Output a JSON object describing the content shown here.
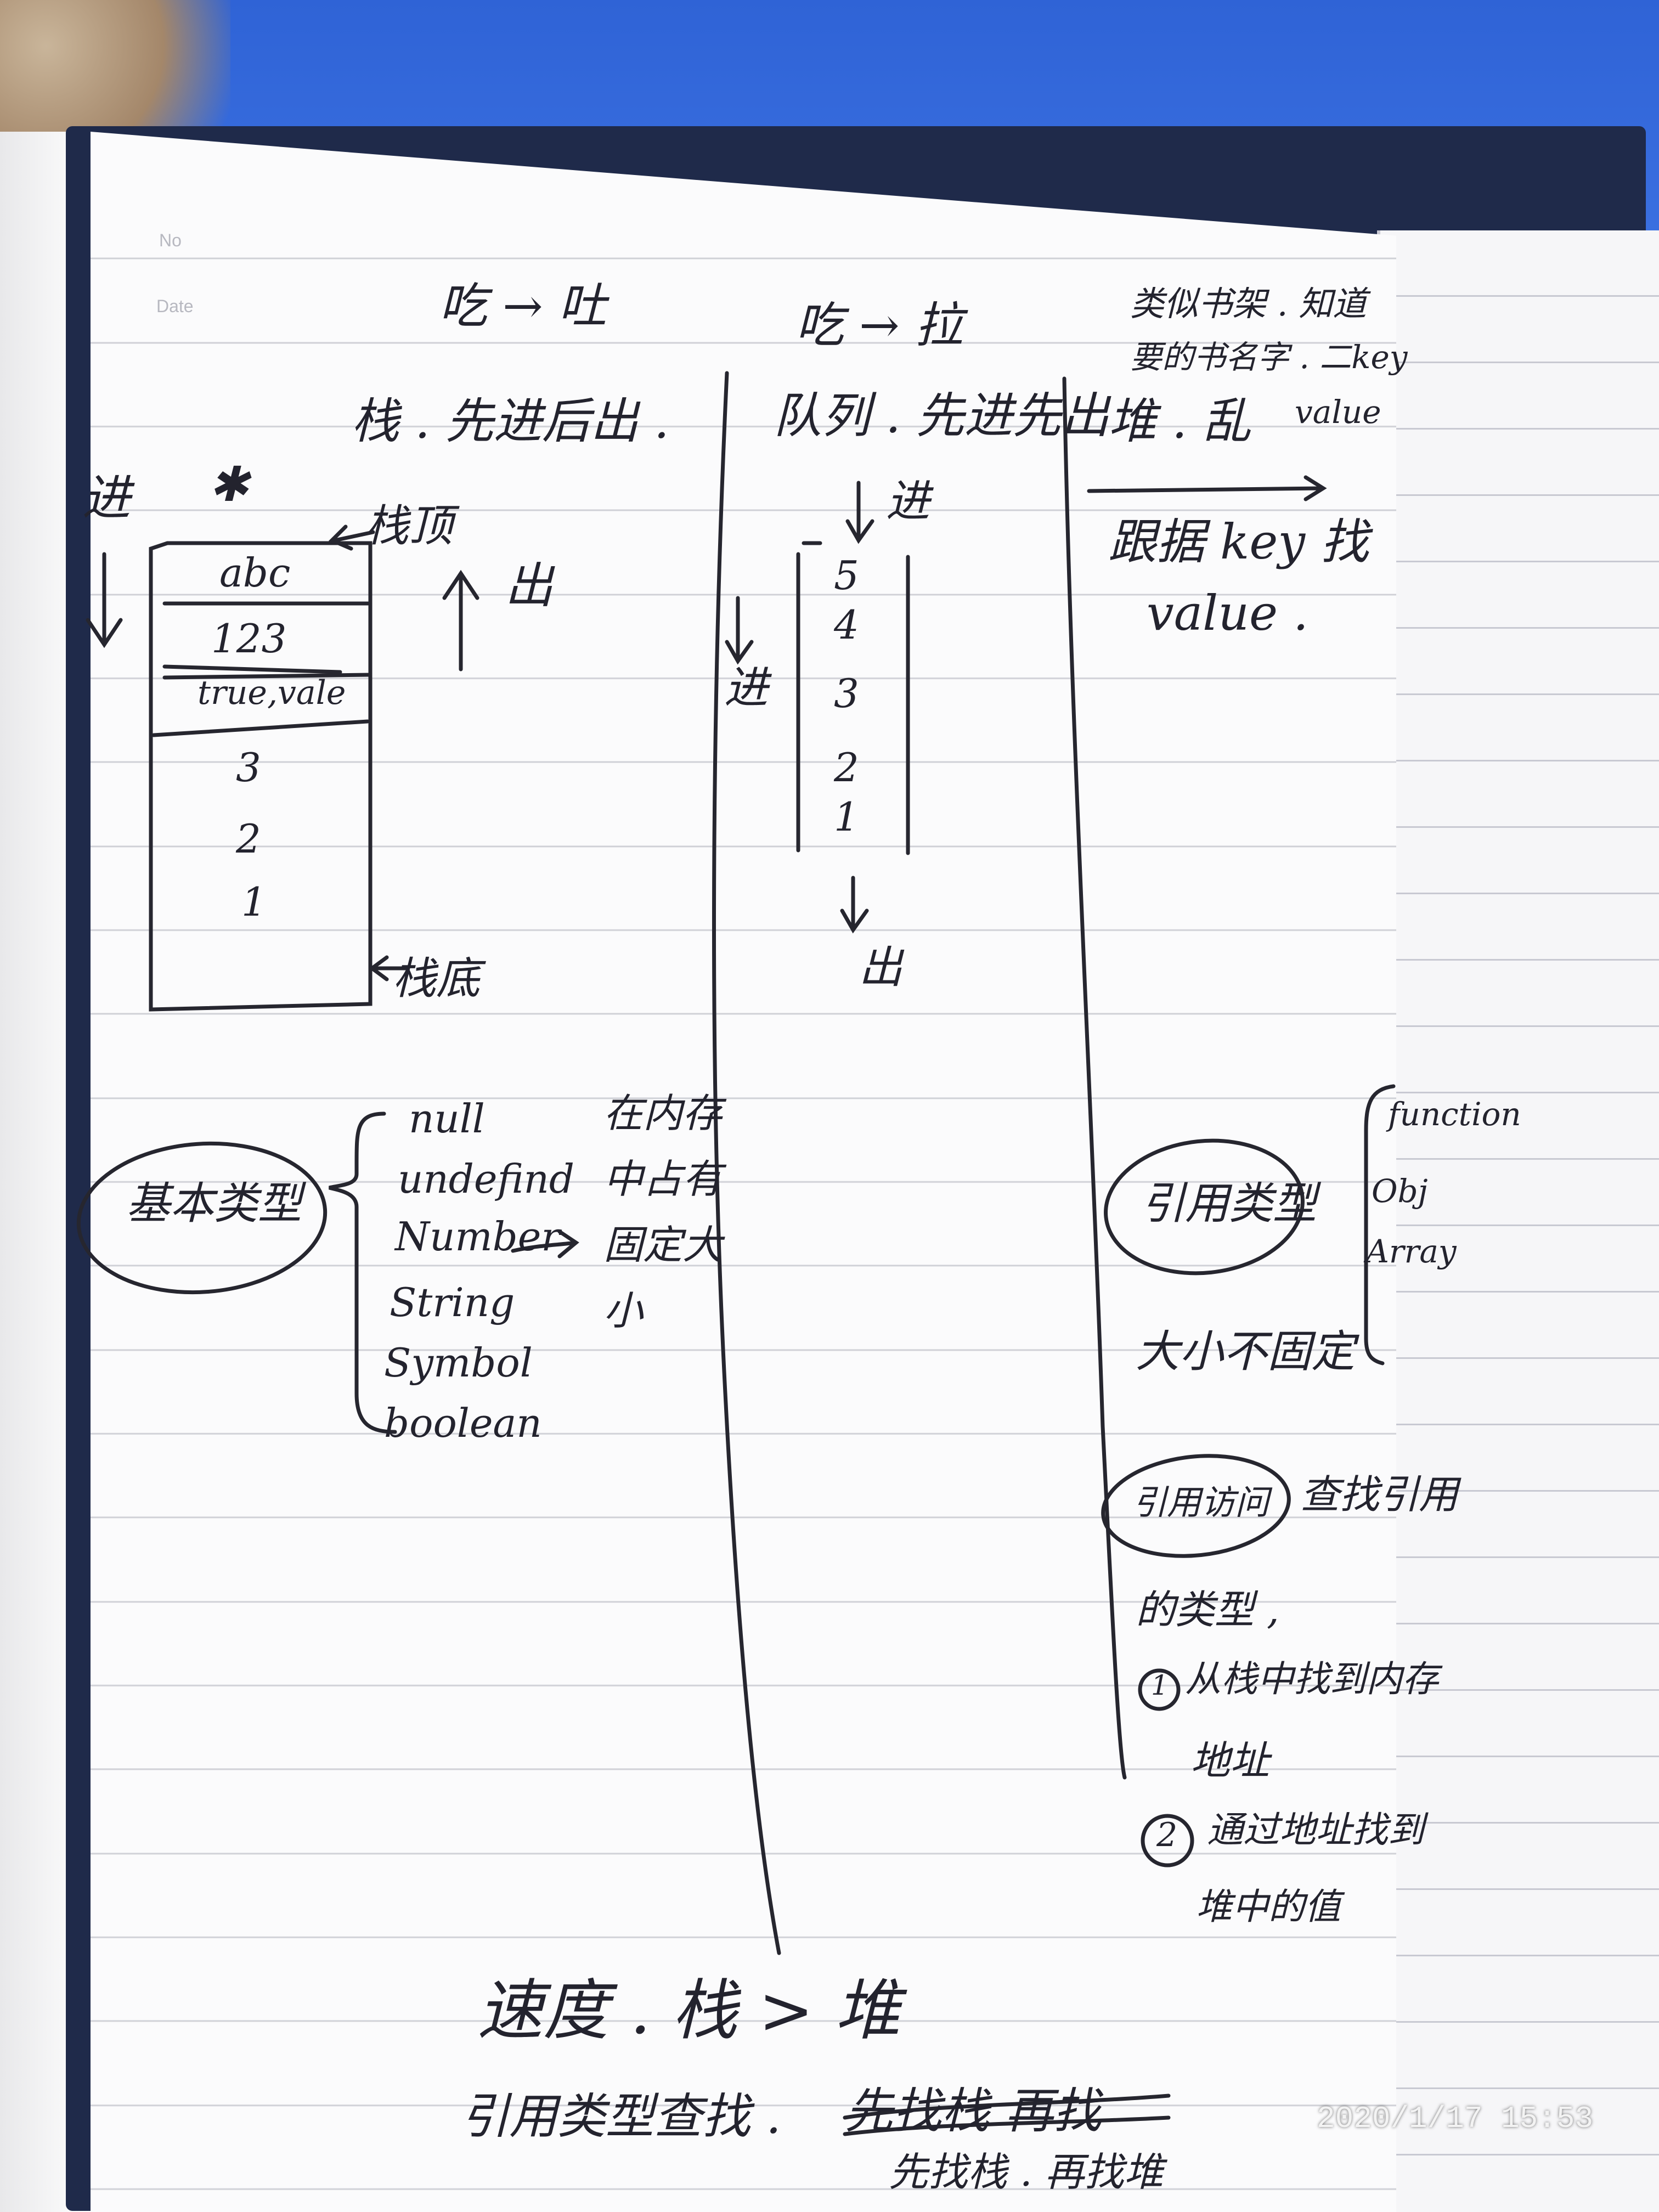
{
  "stamp": "2020/1/17  15:53",
  "printed": {
    "no": "No",
    "date": "Date"
  },
  "col1": {
    "heading": "吃 → 吐",
    "title": "栈 . 先进后出 .",
    "in_label": "进",
    "mark": "✱",
    "top_label": "栈顶",
    "out_label": "出",
    "stack_items": [
      "abc",
      "123",
      "true,vale",
      "3",
      "2",
      "1"
    ],
    "bottom_label": "栈底",
    "basic_type": "基本类型",
    "types": [
      "null",
      "undefind",
      "Number",
      "String",
      "Symbol",
      "boolean"
    ],
    "memory_note": [
      "在内存",
      "中占有",
      "固定大",
      "小"
    ]
  },
  "col2": {
    "heading": "吃 → 拉",
    "title": "队列 . 先进先出",
    "in_top": "进",
    "in_side": "进",
    "queue_items": [
      "5",
      "4",
      "3",
      "2",
      "1"
    ],
    "out_label": "出"
  },
  "col3": {
    "note_line1": "类似书架 . 知道",
    "note_line2": "要的书名字 . 二key",
    "note_line3": "value",
    "title": "堆 . 乱",
    "find_line1": "跟据 key 找",
    "find_line2": "value .",
    "ref_type": "引用类型",
    "ref_list": [
      "function",
      "Obj",
      "Array"
    ],
    "size_note": "大小不固定",
    "ref_access": "引用访问",
    "ref_desc1": "查找引用",
    "ref_desc2": "的类型 ,",
    "step1_num": "1",
    "step1_line1": "从栈中找到内存",
    "step1_line2": "地址",
    "step2_num": "2",
    "step2_line1": "通过地址找到",
    "step2_line2": "堆中的值"
  },
  "bottom": {
    "line1": "速度 . 栈 > 堆",
    "line2": "引用类型查找 .",
    "line2_struck": "先找栈 再找",
    "line3": "先找栈 . 再找堆"
  }
}
